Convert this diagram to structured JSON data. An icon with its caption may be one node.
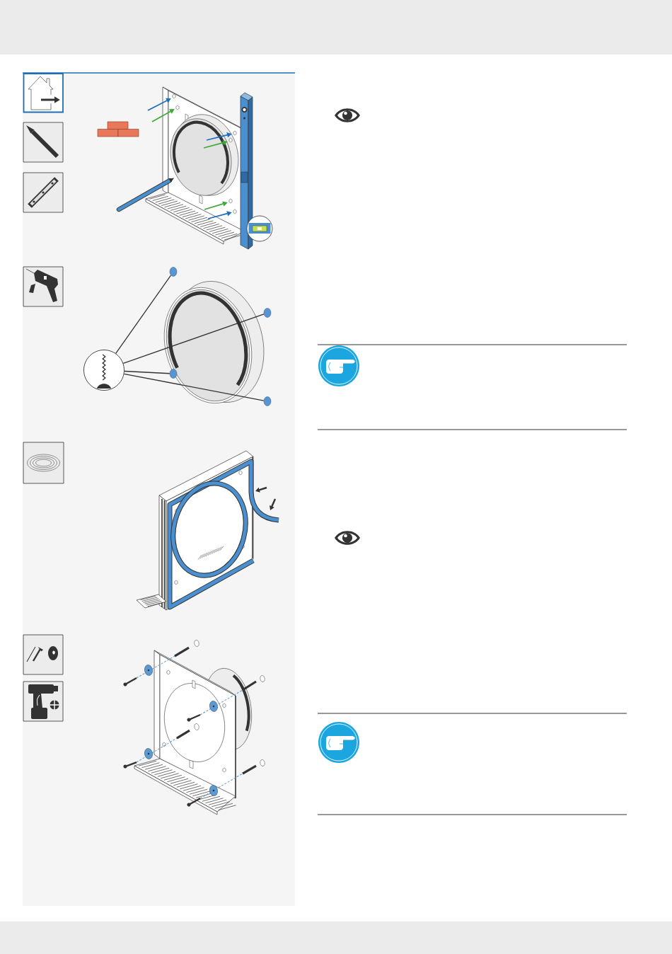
{
  "diagram": {
    "nodes": [
      {
        "text": [],
        "shape": "circle"
      },
      {
        "text": [],
        "shape": "circle"
      },
      {
        "text": [],
        "shape": "circle"
      },
      {
        "text": [],
        "shape": "circle"
      },
      {
        "text": [],
        "shape": "circle"
      }
    ],
    "edges": [
      {
        "from": 0,
        "to": 1,
        "arrow": "none"
      },
      {
        "from": 0,
        "to": 2,
        "arrow": "none"
      },
      {
        "from": 0,
        "to": 3,
        "arrow": "none"
      },
      {
        "from": 0,
        "to": 4,
        "arrow": "none"
      }
    ]
  }
}
